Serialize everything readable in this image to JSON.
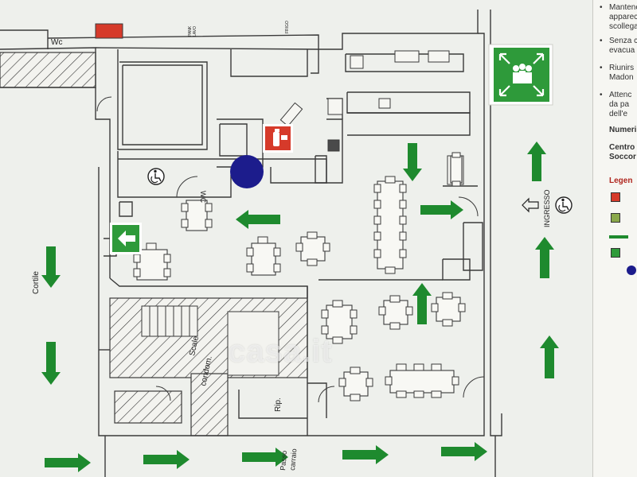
{
  "plan": {
    "labels": {
      "wc_top": "Wc",
      "wc_inner": "WC",
      "pank_1": "PANK",
      "pank_2": "LAVO",
      "frigo": "FRIGO",
      "cortile": "Cortile",
      "ingresso": "INGRESSO",
      "scale_1": "Scale",
      "scale_2": "condom.",
      "rip": "Rip.",
      "passo_1": "Passo",
      "passo_2": "carraio"
    },
    "colors": {
      "wall": "#3a3a3a",
      "arrow_green": "#1e8a2e",
      "emergency_green": "#2e9a3a",
      "fire_red": "#d63a2a",
      "assembly_blue": "#1c1c8c"
    },
    "icons": [
      "assembly-point-icon",
      "accessible-icon",
      "fire-extinguisher-icon",
      "emergency-exit-icon"
    ]
  },
  "legend": {
    "items": [
      {
        "bullet": "•",
        "text": "Mantene"
      },
      {
        "bullet": "",
        "text": "apparec"
      },
      {
        "bullet": "",
        "text": "scollega"
      },
      {
        "bullet": "•",
        "text": "Senza c"
      },
      {
        "bullet": "",
        "text": "evacua"
      },
      {
        "bullet": "•",
        "text": "Riunirs"
      },
      {
        "bullet": "",
        "text": "Madon"
      },
      {
        "bullet": "•",
        "text": "Attenc"
      },
      {
        "bullet": "",
        "text": "da pa"
      },
      {
        "bullet": "",
        "text": "dell'e"
      }
    ],
    "numeri": "Numeri",
    "centro_1": "Centro",
    "centro_2": "Soccor",
    "legenda": "Legen"
  },
  "watermark": "casa.it"
}
